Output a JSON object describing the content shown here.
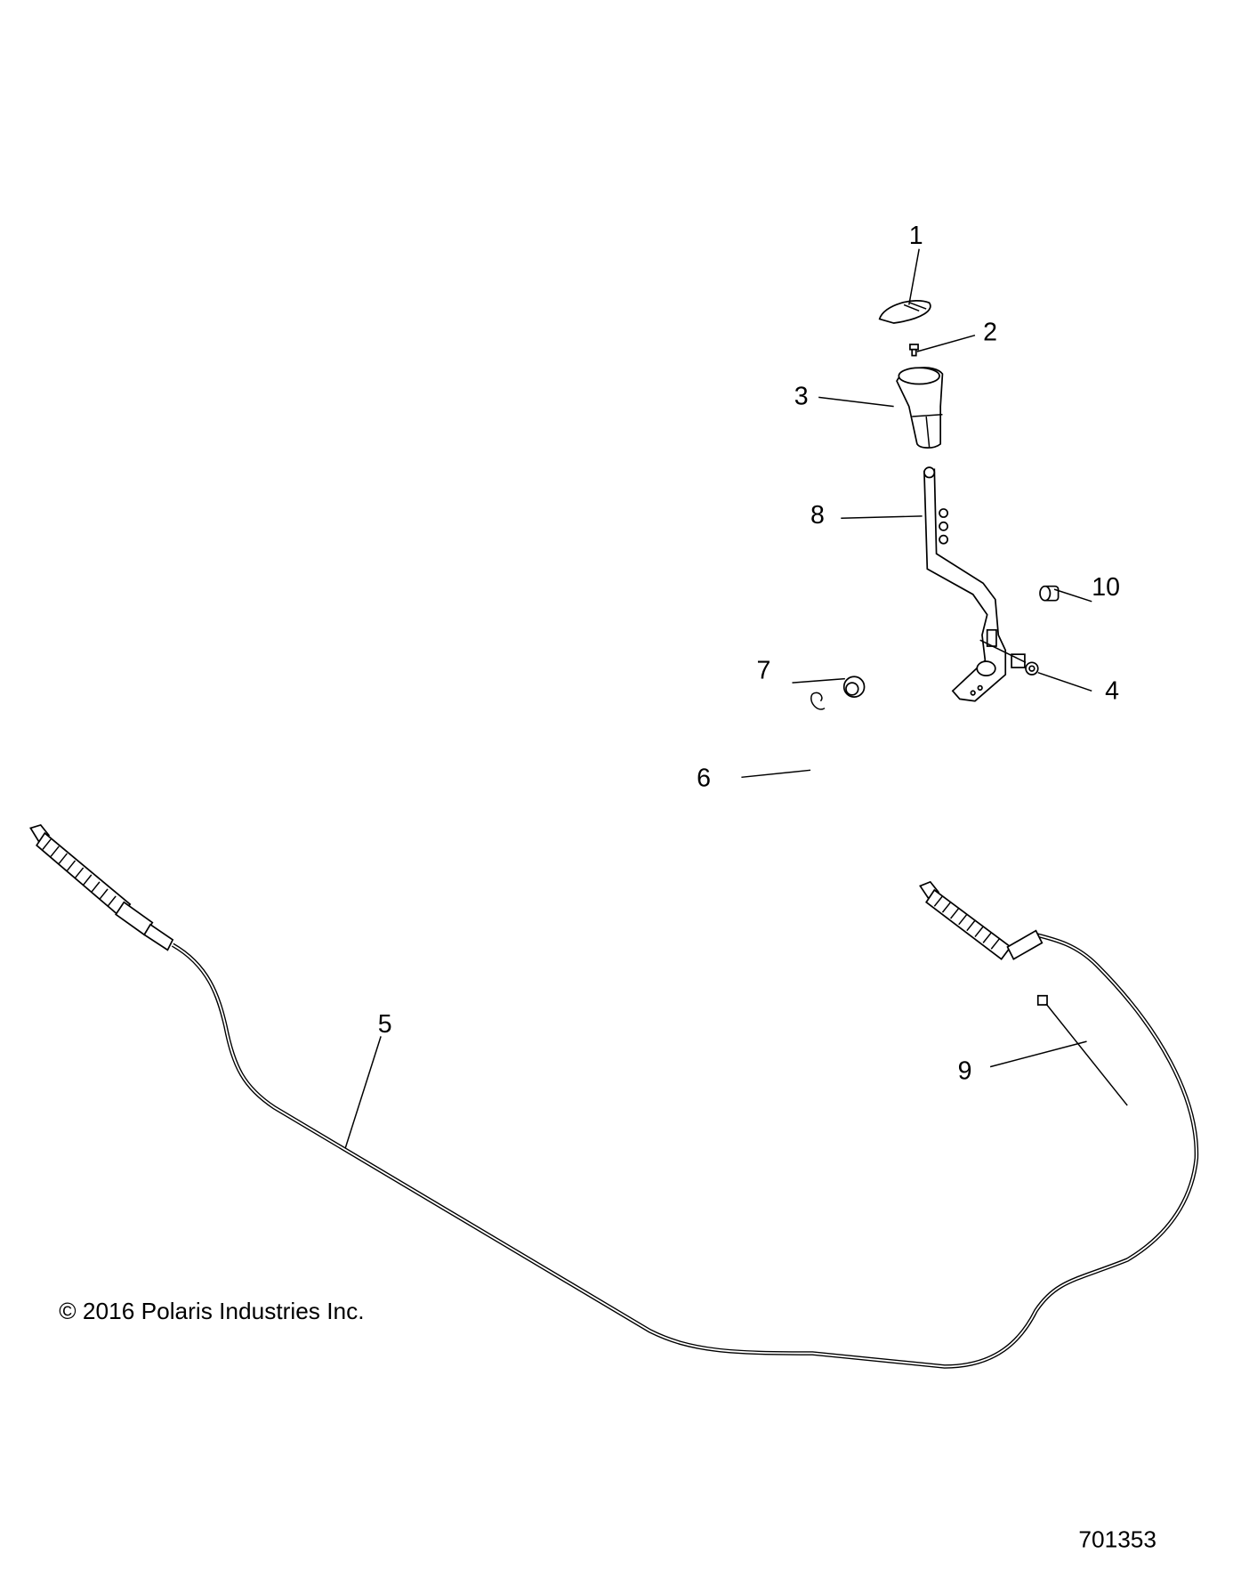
{
  "callouts": [
    "1",
    "2",
    "3",
    "4",
    "5",
    "6",
    "7",
    "8",
    "9",
    "10"
  ],
  "copyright": "© 2016 Polaris Industries Inc.",
  "diagram_number": "701353"
}
